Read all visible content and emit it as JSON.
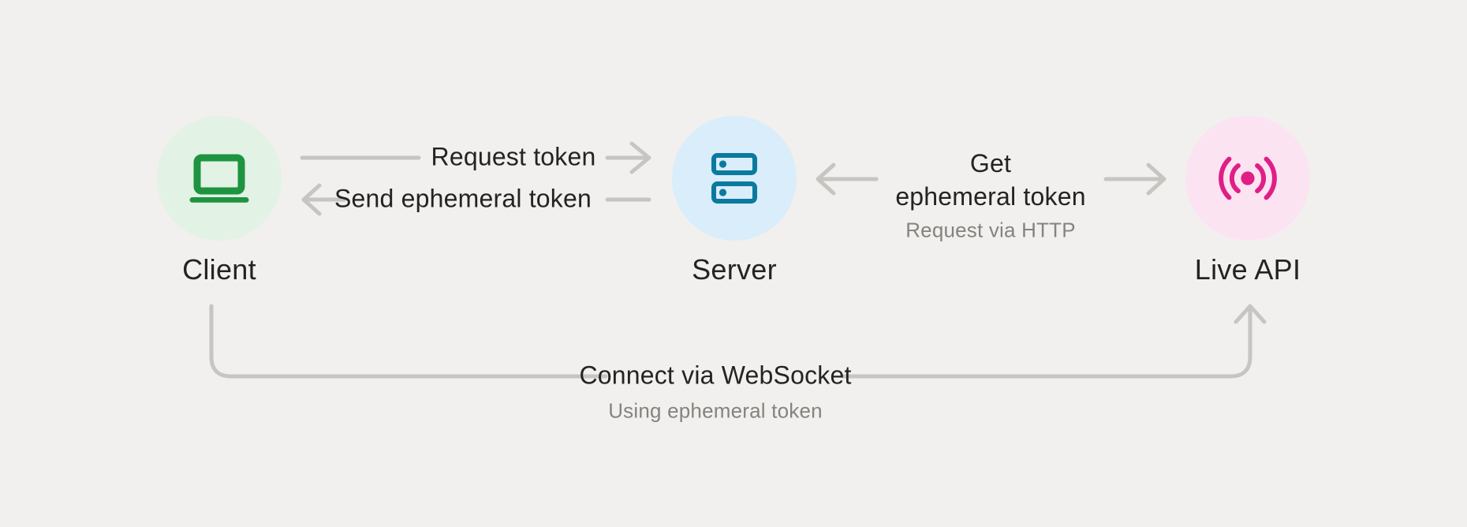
{
  "diagram": {
    "colors": {
      "background": "#f1f0ee",
      "connector": "#c7c5c2",
      "label_text": "#242320",
      "sublabel_text": "#85837e"
    },
    "nodes": [
      {
        "id": "client",
        "label": "Client",
        "icon": "laptop-icon",
        "circle_color": "#e2f2e4",
        "icon_color": "#1e9440"
      },
      {
        "id": "server",
        "label": "Server",
        "icon": "server-rack-icon",
        "circle_color": "#d9edfa",
        "icon_color": "#0b7a9e"
      },
      {
        "id": "live-api",
        "label": "Live API",
        "icon": "live-broadcast-icon",
        "circle_color": "#fce3f1",
        "icon_color": "#e01e86"
      }
    ],
    "edges": [
      {
        "id": "request-token",
        "from": "client",
        "to": "server",
        "label": "Request token"
      },
      {
        "id": "send-ephemeral-token",
        "from": "server",
        "to": "client",
        "label": "Send ephemeral token"
      },
      {
        "id": "get-ephemeral-token",
        "from": "server",
        "to": "live-api",
        "label_line1": "Get",
        "label_line2": "ephemeral token",
        "sublabel": "Request via HTTP"
      },
      {
        "id": "connect-via-websocket",
        "from": "client",
        "to": "live-api",
        "label": "Connect via WebSocket",
        "sublabel": "Using ephemeral token"
      }
    ]
  }
}
